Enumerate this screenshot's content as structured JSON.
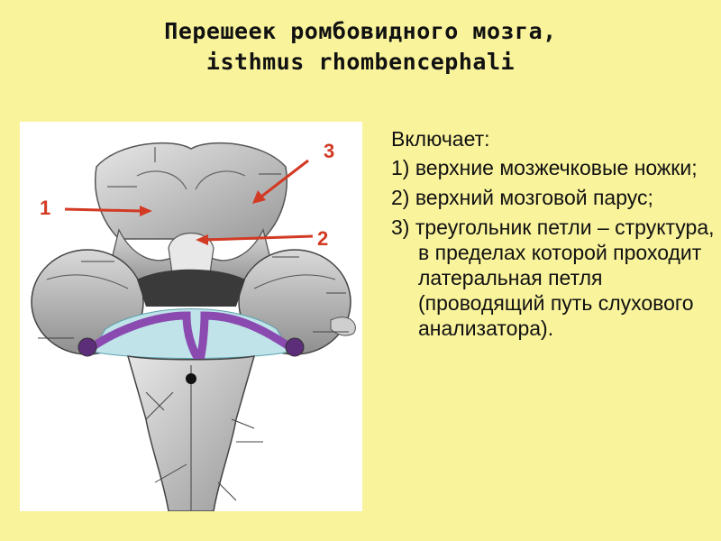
{
  "title": {
    "line1": "Перешеек ромбовидного мозга,",
    "line2": "isthmus rhombencephali"
  },
  "figure": {
    "callouts": {
      "one": "1",
      "two": "2",
      "three": "3"
    },
    "colors": {
      "arrow": "#d23a24",
      "tissue": "#c9c9c9",
      "lemniscus": "#8a4ab0",
      "ventricle": "#bfe3e8"
    }
  },
  "content": {
    "intro": "Включает:",
    "items": [
      "1) верхние мозжечковые ножки;",
      "2) верхний мозговой парус;",
      "3) треугольник петли – структура, в пределах которой проходит латеральная петля (проводящий путь слухового анализатора)."
    ]
  }
}
